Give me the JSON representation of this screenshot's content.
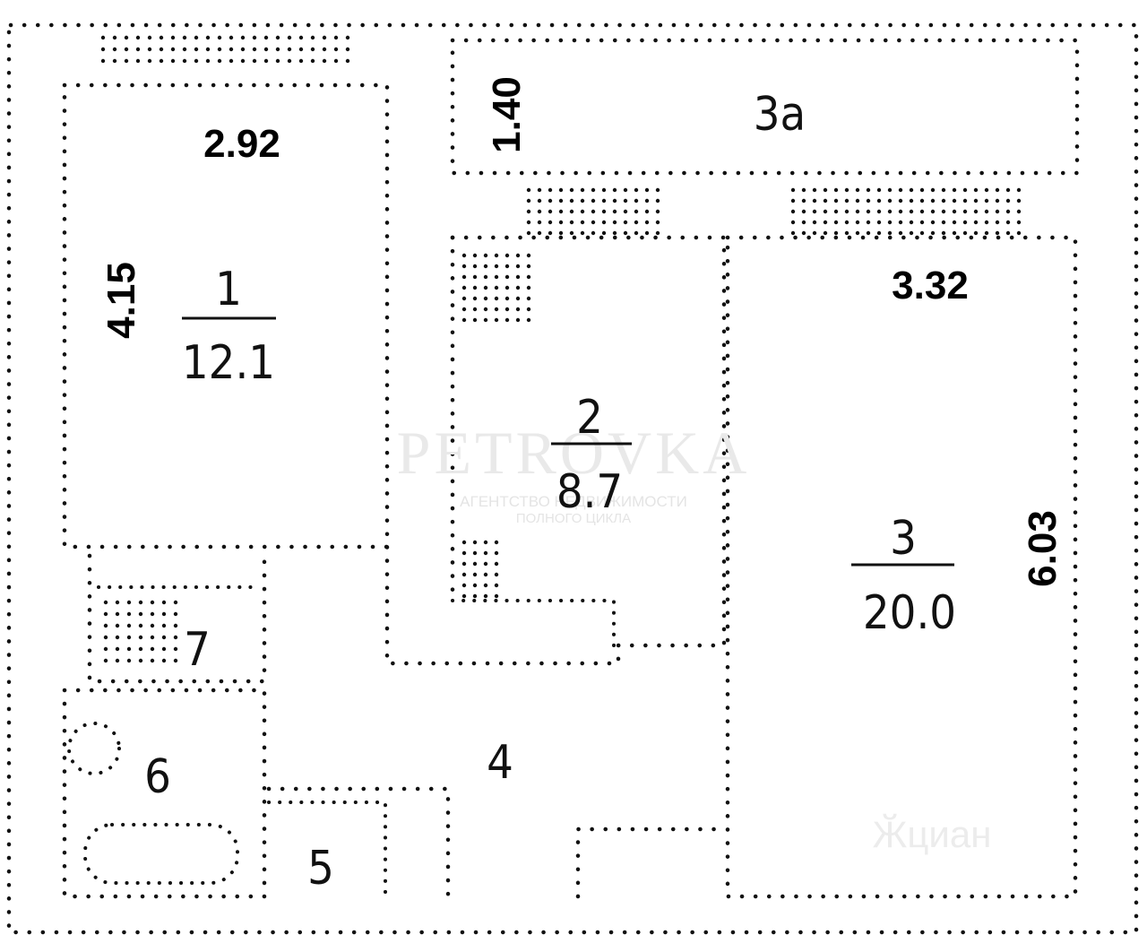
{
  "rooms": [
    {
      "id": "1",
      "number": "1",
      "area": "12.1"
    },
    {
      "id": "2",
      "number": "2",
      "area": "8.7"
    },
    {
      "id": "3",
      "number": "3",
      "area": "20.0"
    },
    {
      "id": "3a",
      "number": "3а",
      "area": ""
    },
    {
      "id": "4",
      "number": "4",
      "area": ""
    },
    {
      "id": "5",
      "number": "5",
      "area": ""
    },
    {
      "id": "6",
      "number": "6",
      "area": ""
    },
    {
      "id": "7",
      "number": "7",
      "area": ""
    }
  ],
  "dimensions": {
    "room1_width": "2.92",
    "room1_length": "4.15",
    "balcony_width": "1.40",
    "room3_width": "3.32",
    "room3_length": "6.03"
  },
  "watermarks": {
    "brand": "PETROVKA",
    "brand_tagline_line1": "АГЕНТСТВО НЕДВИЖИМОСТИ",
    "brand_tagline_line2": "ПОЛНОГО ЦИКЛА",
    "corner": "Ӂциан"
  }
}
